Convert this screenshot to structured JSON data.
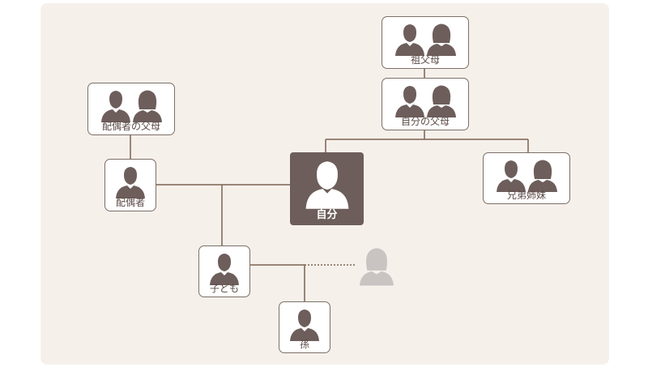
{
  "colors": {
    "panel_bg": "#f6f0eb",
    "node_border": "#7d6f66",
    "silhouette": "#6d5e5b",
    "self_bg": "#6d5e5b",
    "ghost": "#c9c4c2",
    "connector": "#7a6350"
  },
  "nodes": {
    "grandparents": {
      "label": "祖父母",
      "icons": [
        "man-silhouette-icon",
        "woman-silhouette-icon"
      ]
    },
    "parents": {
      "label": "自分の父母",
      "icons": [
        "man-silhouette-icon",
        "woman-silhouette-icon"
      ]
    },
    "spouse_parents": {
      "label": "配偶者の父母",
      "icons": [
        "man-silhouette-icon",
        "woman-silhouette-icon"
      ]
    },
    "spouse": {
      "label": "配偶者",
      "icons": [
        "person-silhouette-icon"
      ]
    },
    "self": {
      "label": "自分",
      "icons": [
        "person-silhouette-icon"
      ]
    },
    "siblings": {
      "label": "兄弟姉妹",
      "icons": [
        "man-silhouette-icon",
        "woman-silhouette-icon"
      ]
    },
    "child": {
      "label": "子ども",
      "icons": [
        "person-silhouette-icon"
      ]
    },
    "grandchild": {
      "label": "孫",
      "icons": [
        "person-silhouette-icon"
      ]
    },
    "child_spouse": {
      "icons": [
        "ghost-person-icon"
      ]
    }
  }
}
